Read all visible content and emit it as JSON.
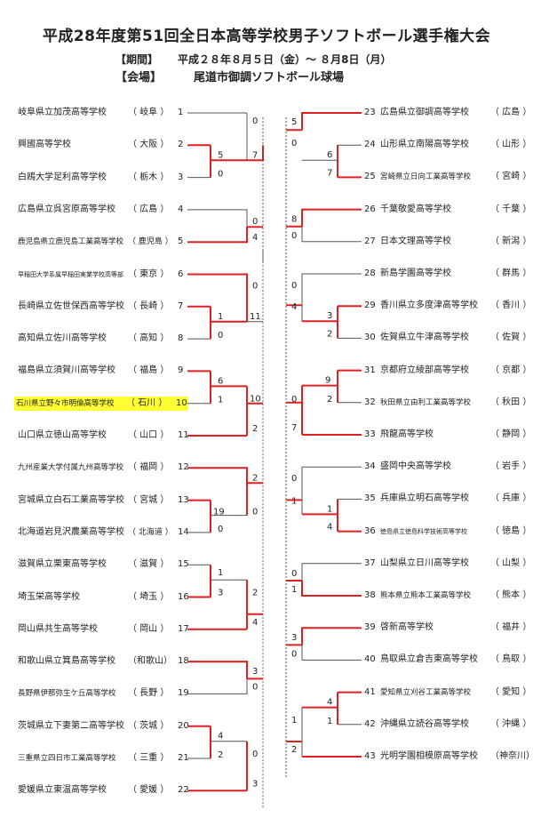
{
  "header": {
    "title": "平成28年度第51回全日本高等学校男子ソフトボール選手権大会",
    "period_label": "【期間】",
    "period_value": "平成２８年８月５日（金）～ ８月8日（月）",
    "venue_label": "【会場】",
    "venue_value": "尾道市御調ソフトボール球場"
  },
  "left_teams": [
    {
      "name": "岐阜県立加茂高等学校",
      "pref": "（ 岐阜 ）",
      "num": "1"
    },
    {
      "name": "興國高等学校",
      "pref": "（ 大阪 ）",
      "num": "2"
    },
    {
      "name": "白鴎大学足利高等学校",
      "pref": "（ 栃木 ）",
      "num": "3"
    },
    {
      "name": "広島県立呉宮原高等学校",
      "pref": "（ 広島 ）",
      "num": "4"
    },
    {
      "name": "鹿児島県立鹿児島工業高等学校",
      "pref": "（ 鹿児島 ）",
      "num": "5"
    },
    {
      "name": "早稲田大学系属早稲田実業学校高等部",
      "pref": "（ 東京 ）",
      "num": "6"
    },
    {
      "name": "長崎県立佐世保西高等学校",
      "pref": "（ 長崎 ）",
      "num": "7"
    },
    {
      "name": "高知県立佐川高等学校",
      "pref": "（ 高知 ）",
      "num": "8"
    },
    {
      "name": "福島県立須賀川高等学校",
      "pref": "（ 福島 ）",
      "num": "9"
    },
    {
      "name": "石川県立野々市明倫高等学校",
      "pref": "（ 石川 ）",
      "num": "10"
    },
    {
      "name": "山口県立徳山高等学校",
      "pref": "（ 山口 ）",
      "num": "11"
    },
    {
      "name": "九州産業大学付属九州高等学校",
      "pref": "（ 福岡 ）",
      "num": "12"
    },
    {
      "name": "宮城県立白石工業高等学校",
      "pref": "（ 宮城 ）",
      "num": "13"
    },
    {
      "name": "北海道岩見沢農業高等学校",
      "pref": "（ 北海道 ）",
      "num": "14"
    },
    {
      "name": "滋賀県立栗東高等学校",
      "pref": "（ 滋賀 ）",
      "num": "15"
    },
    {
      "name": "埼玉栄高等学校",
      "pref": "（ 埼玉 ）",
      "num": "16"
    },
    {
      "name": "岡山県共生高等学校",
      "pref": "（ 岡山 ）",
      "num": "17"
    },
    {
      "name": "和歌山県立箕島高等学校",
      "pref": "（和歌山）",
      "num": "18"
    },
    {
      "name": "長野県伊那弥生ケ丘高等学校",
      "pref": "（ 長野 ）",
      "num": "19"
    },
    {
      "name": "茨城県立下妻第二高等学校",
      "pref": "（ 茨城 ）",
      "num": "20"
    },
    {
      "name": "三重県立四日市工業高等学校",
      "pref": "（ 三重 ）",
      "num": "21"
    },
    {
      "name": "愛媛県立東温高等学校",
      "pref": "（ 愛媛 ）",
      "num": "22"
    }
  ],
  "right_teams": [
    {
      "num": "23",
      "name": "広島県立御調高等学校",
      "pref": "（ 広島 ）"
    },
    {
      "num": "24",
      "name": "山形県立南陽高等学校",
      "pref": "（ 山形 ）"
    },
    {
      "num": "25",
      "name": "宮崎県立日向工業高等学校",
      "pref": "（ 宮崎 ）"
    },
    {
      "num": "26",
      "name": "千葉敬愛高等学校",
      "pref": "（ 千葉 ）"
    },
    {
      "num": "27",
      "name": "日本文理高等学校",
      "pref": "（ 新潟 ）"
    },
    {
      "num": "28",
      "name": "新島学園高等学校",
      "pref": "（ 群馬 ）"
    },
    {
      "num": "29",
      "name": "香川県立多度津高等学校",
      "pref": "（ 香川 ）"
    },
    {
      "num": "30",
      "name": "佐賀県立牛津高等学校",
      "pref": "（ 佐賀 ）"
    },
    {
      "num": "31",
      "name": "京都府立綾部高等学校",
      "pref": "（ 京都 ）"
    },
    {
      "num": "32",
      "name": "秋田県立由利工業高等学校",
      "pref": "（ 秋田 ）"
    },
    {
      "num": "33",
      "name": "飛龍高等学校",
      "pref": "（ 静岡 ）"
    },
    {
      "num": "34",
      "name": "盛岡中央高等学校",
      "pref": "（ 岩手 ）"
    },
    {
      "num": "35",
      "name": "兵庫県立明石高等学校",
      "pref": "（ 兵庫 ）"
    },
    {
      "num": "36",
      "name": "徳島県立徳島科学技術高等学校",
      "pref": "（ 徳島 ）"
    },
    {
      "num": "37",
      "name": "山梨県立日川高等学校",
      "pref": "（ 山梨 ）"
    },
    {
      "num": "38",
      "name": "熊本県立熊本工業高等学校",
      "pref": "（ 熊本 ）"
    },
    {
      "num": "39",
      "name": "啓新高等学校",
      "pref": "（ 福井 ）"
    },
    {
      "num": "40",
      "name": "鳥取県立倉吉東高等学校",
      "pref": "（ 鳥取 ）"
    },
    {
      "num": "41",
      "name": "愛知県立刈谷工業高等学校",
      "pref": "（ 愛知 ）"
    },
    {
      "num": "42",
      "name": "沖縄県立読谷高等学校",
      "pref": "（ 沖縄 ）"
    },
    {
      "num": "43",
      "name": "光明学園相模原高等学校",
      "pref": "（神奈川）"
    }
  ],
  "scores": {
    "l_3": "5",
    "l_3b": "0",
    "l_1v": "0",
    "l_2v": "7",
    "l_4": "0",
    "l_5": "4",
    "l_6": "0",
    "l_78a": "1",
    "l_78b": "0",
    "l_78v": "11",
    "l_9a": "6",
    "l_9b": "1",
    "l_10v": "10",
    "l_11": "2",
    "l_12": "2",
    "l_1314a": "19",
    "l_1314b": "0",
    "l_1314v": "0",
    "l_15a": "1",
    "l_15b": "3",
    "l_16v": "2",
    "l_17": "4",
    "l_18": "3",
    "l_19": "0",
    "l_20a": "4",
    "l_20b": "2",
    "l_2122v": "0",
    "l_22": "3",
    "r_23": "5",
    "r_2425v": "0",
    "r_2425a": "6",
    "r_2425b": "7",
    "r_26": "8",
    "r_27": "0",
    "r_28": "0",
    "r_2930v": "4",
    "r_2930a": "3",
    "r_2930b": "2",
    "r_3132a": "9",
    "r_3132b": "2",
    "r_3132v": "0",
    "r_33": "7",
    "r_34": "0",
    "r_3536v": "1",
    "r_3536a": "1",
    "r_3536b": "4",
    "r_37": "0",
    "r_38": "1",
    "r_3940a": "3",
    "r_3940b": "0",
    "r_4142a": "4",
    "r_4142b": "1",
    "r_4142v": "1",
    "r_43": "2"
  },
  "colors": {
    "winner": "#e02020",
    "loser": "#555555",
    "highlight": "#ffff33"
  }
}
